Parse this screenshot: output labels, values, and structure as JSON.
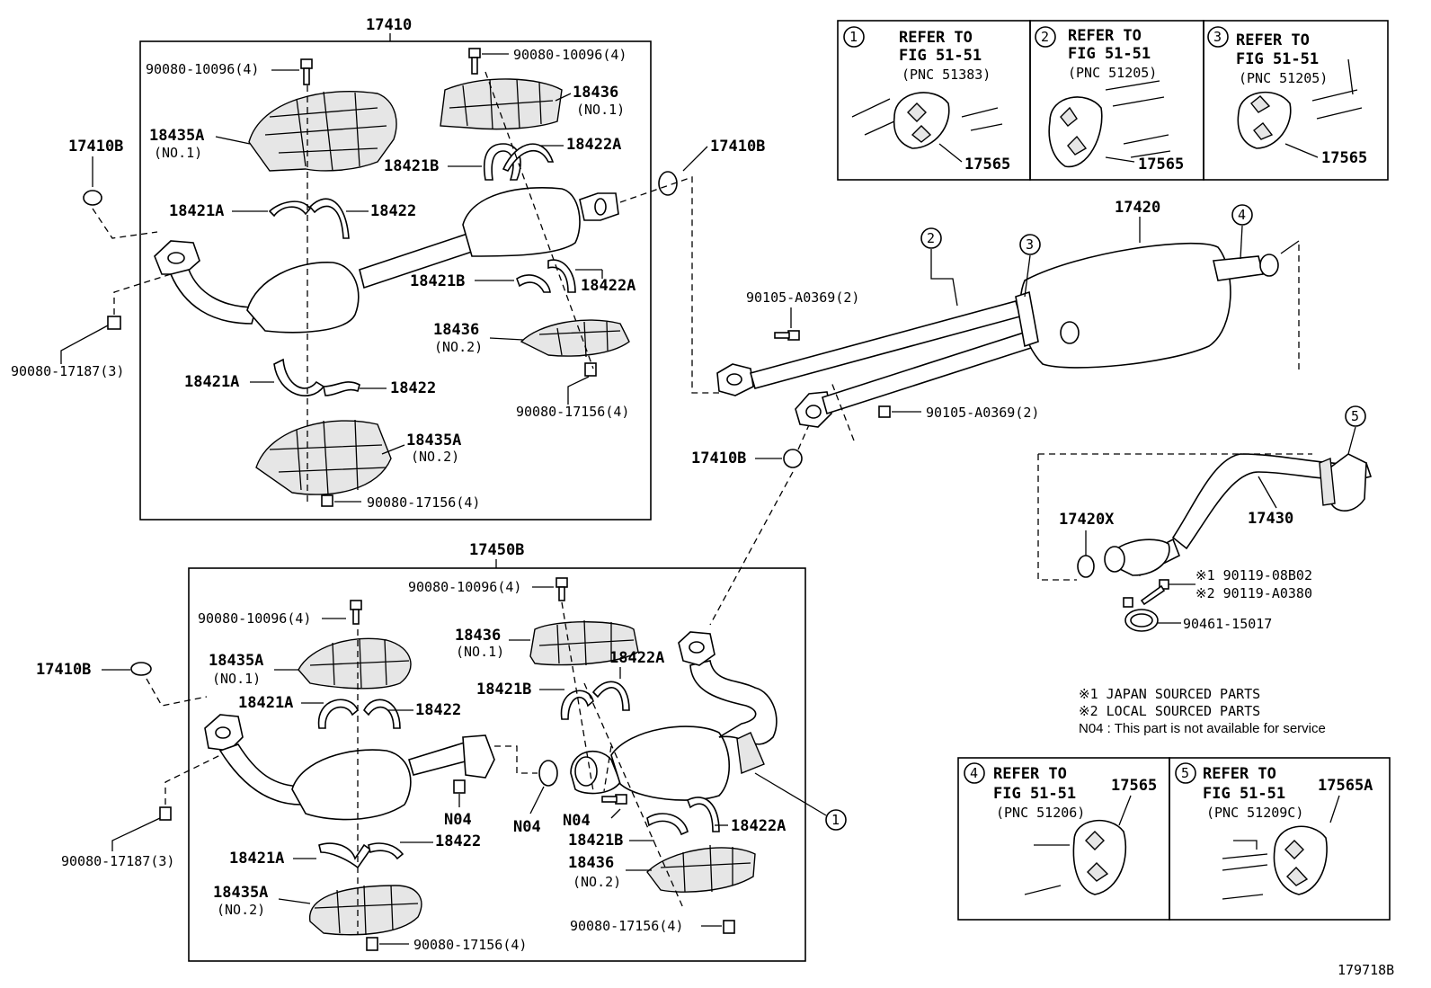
{
  "groups": {
    "g17410": "17410",
    "g17450B": "17450B",
    "g17420": "17420",
    "g17430": "17430",
    "g17420X": "17420X"
  },
  "top_box": {
    "bolt_top_left": "90080-10096(4)",
    "bolt_top_right": "90080-10096(4)",
    "heat_ins_1": "18435A",
    "heat_ins_1_sub": "(NO.1)",
    "heat_ins_2": "18436",
    "heat_ins_2_sub": "(NO.1)",
    "clamp_a": "18421A",
    "clamp_a_2": "18422",
    "clamp_b": "18421B",
    "clamp_b_2": "18422A",
    "clamp_b_lower": "18421B",
    "clamp_b_lower_2": "18422A",
    "heat_ins_3": "18436",
    "heat_ins_3_sub": "(NO.2)",
    "nut_1": "90080-17156(4)",
    "clamp_a_lower": "18421A",
    "clamp_a_lower_2": "18422",
    "heat_ins_4": "18435A",
    "heat_ins_4_sub": "(NO.2)",
    "nut_2": "90080-17156(4)"
  },
  "left": {
    "gasket_top": "17410B",
    "nut_top": "90080-17187(3)",
    "gasket_bottom": "17410B",
    "nut_bottom": "90080-17187(3)"
  },
  "mid": {
    "gasket_right": "17410B",
    "gasket_center": "17410B",
    "bolt_1": "90105-A0369(2)",
    "bolt_2": "90105-A0369(2)"
  },
  "bottom_box": {
    "bolt_top": "90080-10096(4)",
    "bolt_left": "90080-10096(4)",
    "heat_ins_1": "18436",
    "heat_ins_1_sub": "(NO.1)",
    "heat_ins_2": "18435A",
    "heat_ins_2_sub": "(NO.1)",
    "clamp_1": "18422A",
    "clamp_2": "18421B",
    "clamp_3": "18421A",
    "clamp_4": "18422",
    "n04_a": "N04",
    "n04_b": "N04",
    "n04_c": "N04",
    "clamp_5": "18421B",
    "clamp_6": "18422A",
    "clamp_7": "18421A",
    "clamp_8": "18422",
    "heat_ins_3": "18436",
    "heat_ins_3_sub": "(NO.2)",
    "heat_ins_4": "18435A",
    "heat_ins_4_sub": "(NO.2)",
    "nut_1": "90080-17156(4)",
    "nut_2": "90080-17156(4)"
  },
  "tail": {
    "bolt_1": "※1  90119-08B02",
    "bolt_2": "※2  90119-A0380",
    "clamp": "90461-15017"
  },
  "notes": {
    "n1": "※1  JAPAN SOURCED PARTS",
    "n2": "※2  LOCAL SOURCED PARTS",
    "n3": "N04 : This part is not available for service"
  },
  "refs": {
    "r1": {
      "num": "1",
      "l1": "REFER TO",
      "l2": "FIG 51-51",
      "l3": "(PNC 51383)",
      "part": "17565"
    },
    "r2": {
      "num": "2",
      "l1": "REFER TO",
      "l2": "FIG 51-51",
      "l3": "(PNC 51205)",
      "part": "17565"
    },
    "r3": {
      "num": "3",
      "l1": "REFER TO",
      "l2": "FIG 51-51",
      "l3": "(PNC 51205)",
      "part": "17565"
    },
    "r4": {
      "num": "4",
      "l1": "REFER TO",
      "l2": "FIG 51-51",
      "l3": "(PNC 51206)",
      "part": "17565"
    },
    "r5": {
      "num": "5",
      "l1": "REFER TO",
      "l2": "FIG 51-51",
      "l3": "(PNC 51209C)",
      "part": "17565A"
    }
  },
  "callouts": {
    "c1": "1",
    "c2": "2",
    "c3": "3",
    "c4": "4",
    "c5": "5"
  },
  "figure_id": "179718B"
}
